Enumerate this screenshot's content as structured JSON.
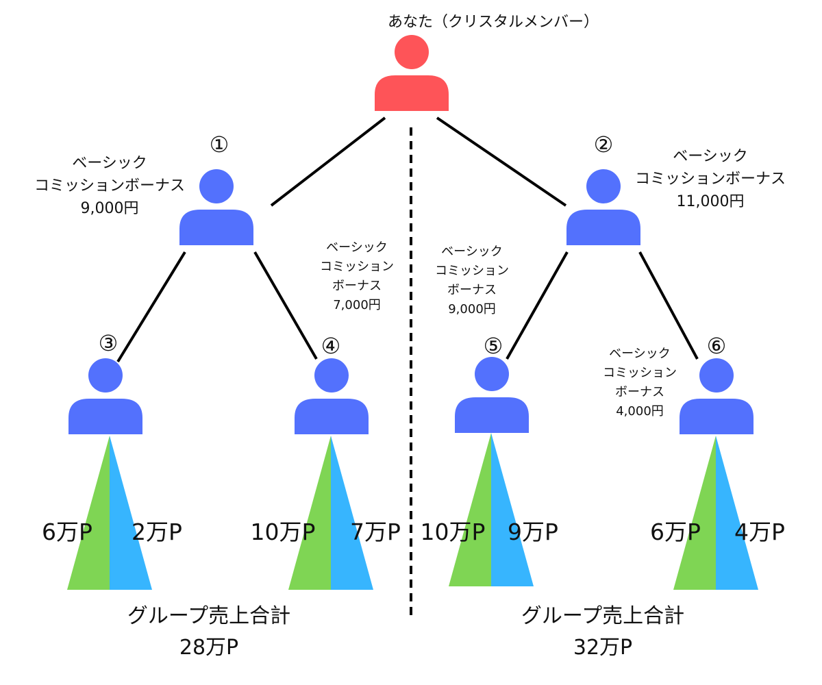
{
  "top": {
    "label": "あなた（クリスタルメンバー）",
    "color": "#fe5458"
  },
  "member_color": "#5371fd",
  "left_color": "#7fd554",
  "right_color": "#37b5fe",
  "members": [
    {
      "num": "①",
      "bonus": [
        "ベーシック",
        "コミッションボーナス",
        "9,000円"
      ]
    },
    {
      "num": "②",
      "bonus": [
        "ベーシック",
        "コミッションボーナス",
        "11,000円"
      ]
    },
    {
      "num": "③",
      "bonus": []
    },
    {
      "num": "④",
      "bonus": [
        "ベーシック",
        "コミッション",
        "ボーナス",
        "7,000円"
      ]
    },
    {
      "num": "⑤",
      "bonus": [
        "ベーシック",
        "コミッション",
        "ボーナス",
        "9,000円"
      ]
    },
    {
      "num": "⑥",
      "bonus": [
        "ベーシック",
        "コミッション",
        "ボーナス",
        "4,000円"
      ]
    }
  ],
  "volumes": [
    {
      "left": "6万P",
      "right": "2万P"
    },
    {
      "left": "10万P",
      "right": "7万P"
    },
    {
      "left": "10万P",
      "right": "9万P"
    },
    {
      "left": "6万P",
      "right": "4万P"
    }
  ],
  "groups": [
    {
      "title": "グループ売上合計",
      "total": "28万P"
    },
    {
      "title": "グループ売上合計",
      "total": "32万P"
    }
  ]
}
